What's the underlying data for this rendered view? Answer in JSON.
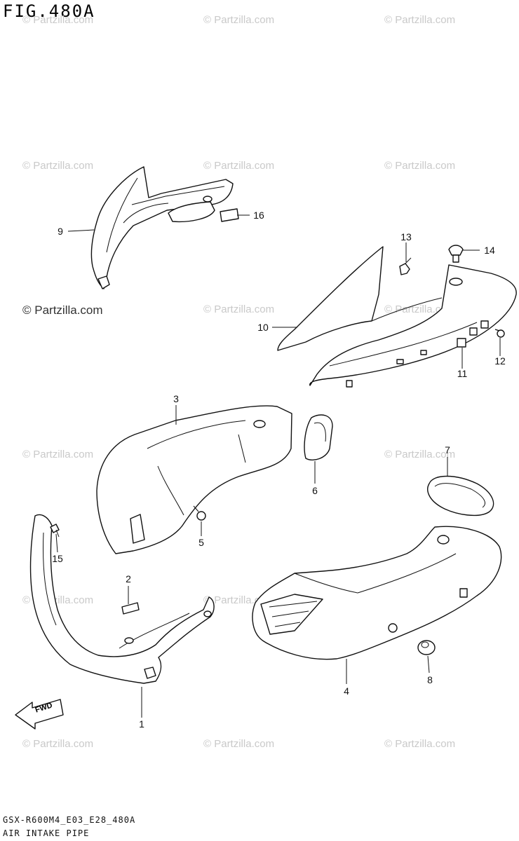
{
  "figure": {
    "title": "FIG.480A"
  },
  "watermarks": [
    "© Partzilla.com"
  ],
  "callouts": [
    {
      "id": "p1",
      "label": "1"
    },
    {
      "id": "p2",
      "label": "2"
    },
    {
      "id": "p3",
      "label": "3"
    },
    {
      "id": "p4",
      "label": "4"
    },
    {
      "id": "p5",
      "label": "5"
    },
    {
      "id": "p6",
      "label": "6"
    },
    {
      "id": "p7",
      "label": "7"
    },
    {
      "id": "p8",
      "label": "8"
    },
    {
      "id": "p9",
      "label": "9"
    },
    {
      "id": "p10",
      "label": "10"
    },
    {
      "id": "p11",
      "label": "11"
    },
    {
      "id": "p12",
      "label": "12"
    },
    {
      "id": "p13",
      "label": "13"
    },
    {
      "id": "p14",
      "label": "14"
    },
    {
      "id": "p15",
      "label": "15"
    },
    {
      "id": "p16",
      "label": "16"
    }
  ],
  "fwd_arrow": {
    "label": "FWD"
  },
  "footer": {
    "model_code": "GSX-R600M4_E03_E28_480A",
    "section_name": "AIR INTAKE PIPE"
  }
}
